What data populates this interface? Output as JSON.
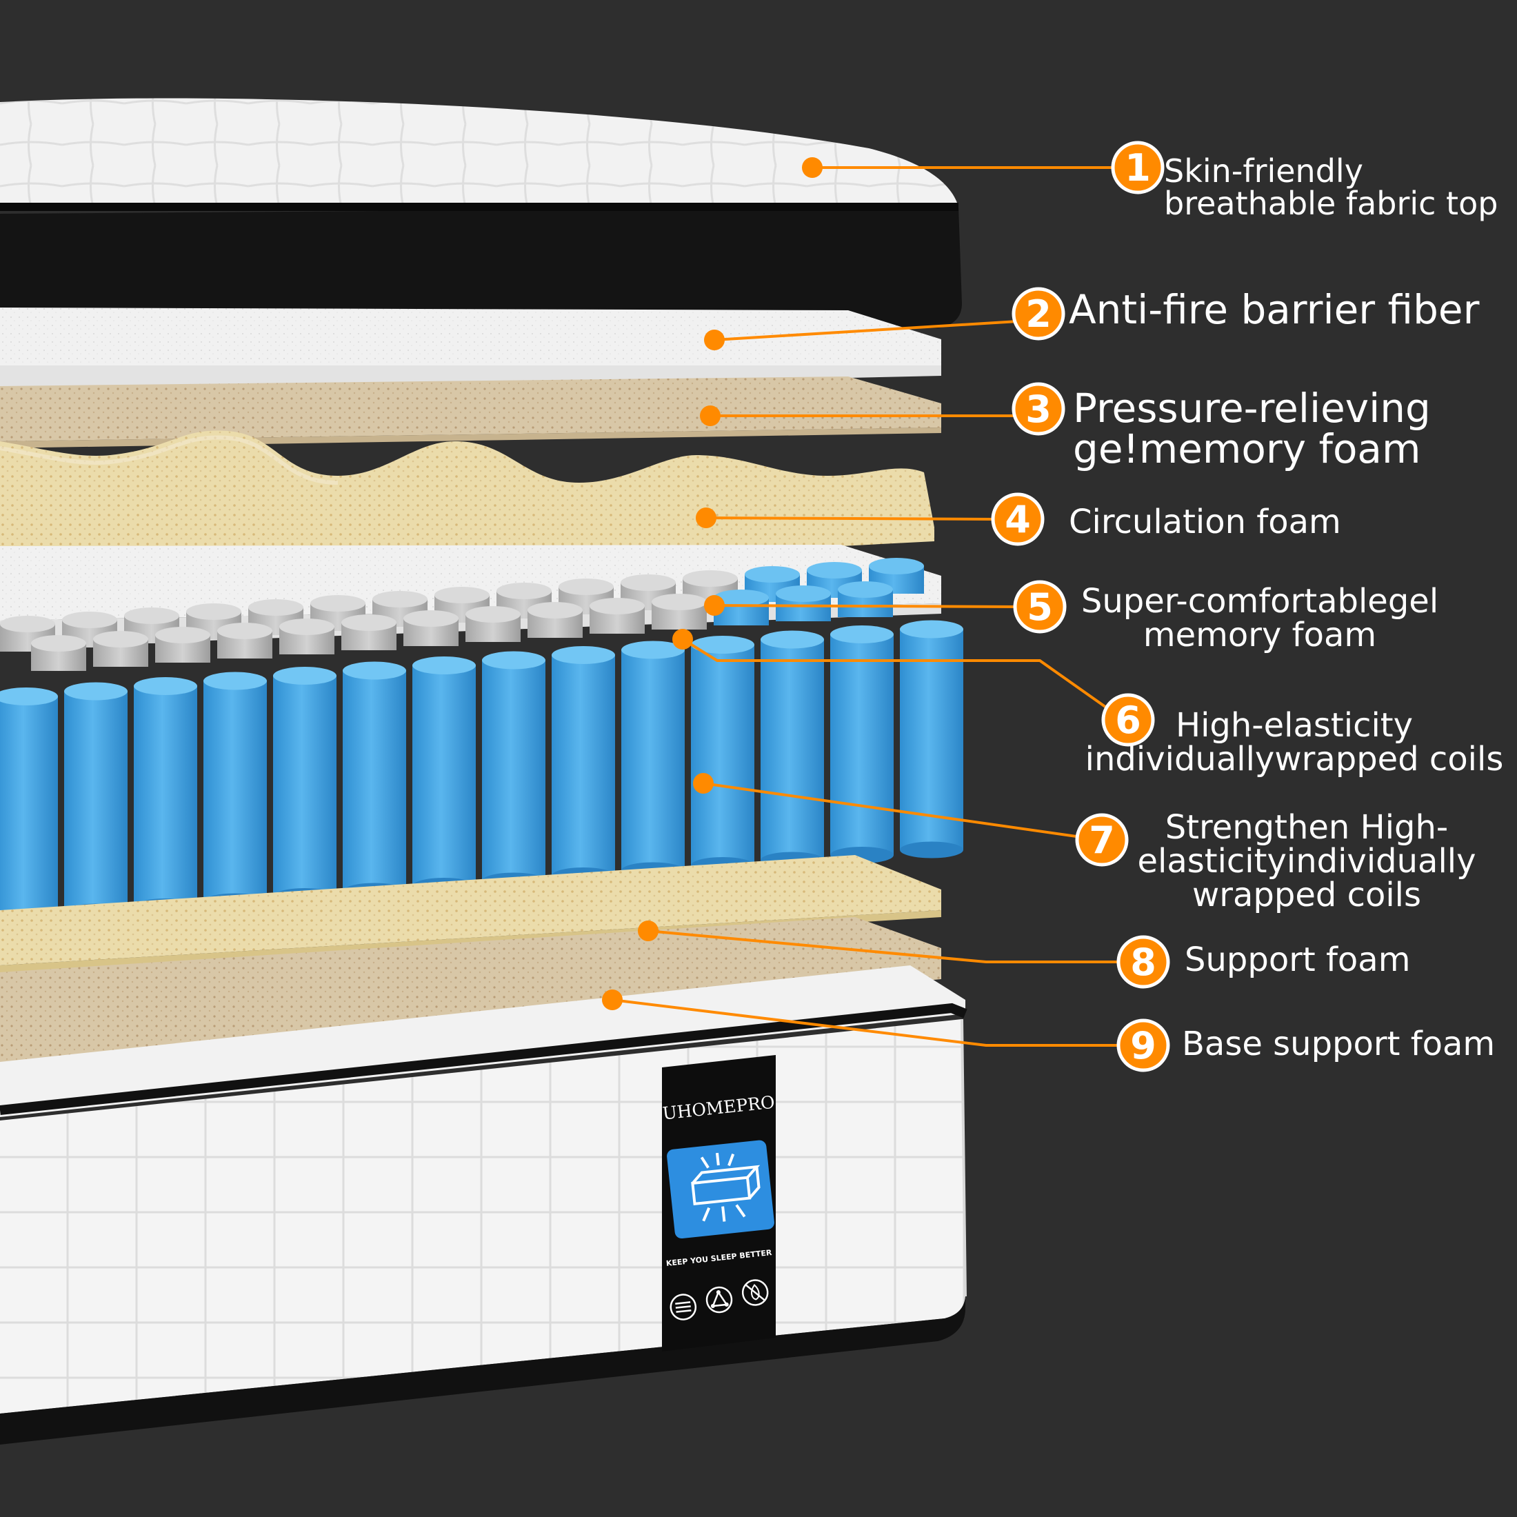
{
  "colors": {
    "background": "#2e2e2e",
    "accent": "#ff8a00",
    "coil_blue": "#3fa6e6",
    "coil_grey": "#b8b8b8",
    "fabric_white": "#f3f3f3",
    "band_black": "#141414",
    "beige_foam": "#d6c6a6",
    "yellow_foam": "#e9dbab",
    "label_blue": "#2d8ee0"
  },
  "callouts": [
    {
      "number": "1",
      "lines": [
        "Skin-friendly",
        "breathable fabric top"
      ]
    },
    {
      "number": "2",
      "lines": [
        "Anti-fire barrier fiber"
      ]
    },
    {
      "number": "3",
      "lines": [
        "Pressure-relieving",
        "ge!memory foam"
      ]
    },
    {
      "number": "4",
      "lines": [
        "Circulation foam"
      ]
    },
    {
      "number": "5",
      "lines": [
        "Super-comfortablegel",
        "memory foam"
      ]
    },
    {
      "number": "6",
      "lines": [
        "High-elasticity",
        "individuallywrapped coils"
      ]
    },
    {
      "number": "7",
      "lines": [
        "Strengthen High-",
        "elasticityindividually",
        "wrapped coils"
      ]
    },
    {
      "number": "8",
      "lines": [
        "Support foam"
      ]
    },
    {
      "number": "9",
      "lines": [
        "Base support foam"
      ]
    }
  ],
  "brand": {
    "name": "UHOMEPRO",
    "tagline": "KEEP YOU SLEEP BETTER",
    "badge_icon": "breathable-mattress-icon",
    "feature_icons": [
      "mattress-layers-icon",
      "network-triangle-icon",
      "no-fire-icon"
    ]
  }
}
